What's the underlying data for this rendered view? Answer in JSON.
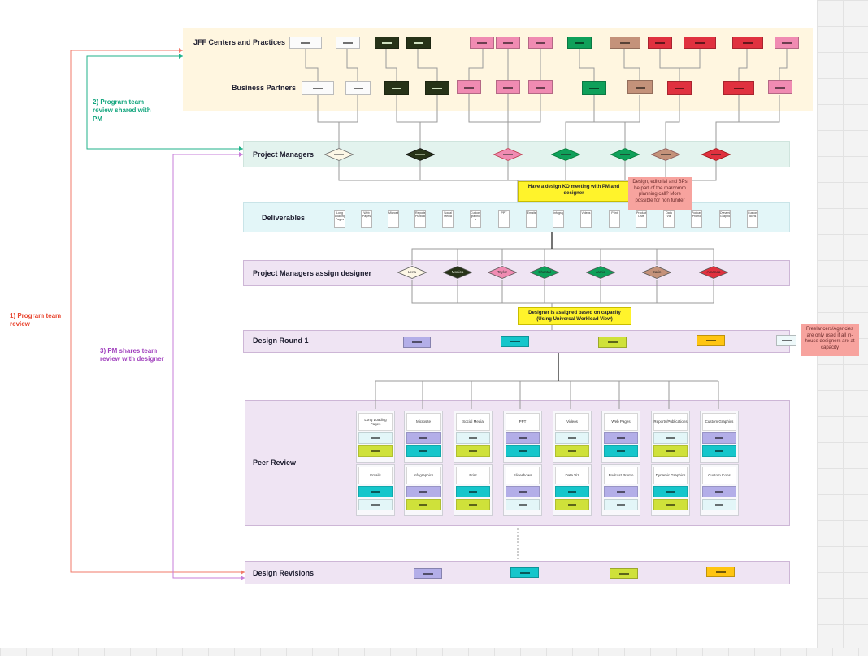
{
  "rows": {
    "jff": "JFF Centers and Practices",
    "partners": "Business Partners",
    "pm": "Project Managers",
    "deliverables": "Deliverables",
    "assign": "Project Managers assign designer",
    "round1": "Design Round 1",
    "peer": "Peer Review",
    "revisions": "Design Revisions"
  },
  "side_notes": {
    "step1": "1) Program team review",
    "step2": "2) Program team review shared with PM",
    "step3": "3) PM shares team review with designer"
  },
  "callouts": {
    "kickoff": "Have a design KO meeting with PM and designer",
    "marcomm": "Design, editorial and BPs be part of the marcomm planning call? More possible for non funder",
    "capacity": "Designer is assigned based on capacity (Using Universal Workload View)",
    "freelance": "Freelancers/Agencies are only used if all in-house designers are at capacity"
  },
  "deliverable_cards": [
    "Long Loading Pages",
    "Web Pages",
    "Microsite",
    "Reports/ Publications",
    "Social Media",
    "Custom graphic s",
    "PPT",
    "Emails",
    "Infographics",
    "Videos",
    "Print",
    "Product Lists",
    "Data Viz",
    "Podcast Promo",
    "Dynamic Graphics",
    "Custom Icons"
  ],
  "designers": [
    "Lena",
    "Monica",
    "Taylor",
    "Chantal",
    "Jamie",
    "Darin",
    "Amanda"
  ],
  "peer_top": [
    "Long Loading Pages",
    "Microsite",
    "Social Media",
    "PPT",
    "Videos",
    "Web Pages",
    "Reports/Publications",
    "Custom Graphics"
  ],
  "peer_bottom": [
    "Emails",
    "Infographics",
    "Print",
    "Slideshows",
    "Data Viz",
    "Podcast Promo",
    "Dynamic Graphics",
    "Custom Icons"
  ],
  "colors": {
    "cream": "#fff6e0",
    "mint": "#e3f3ee",
    "cyan": "#e3f6f8",
    "lavender": "#efe4f3",
    "yellow": "#fff32b",
    "salmon": "#f7a39e"
  }
}
